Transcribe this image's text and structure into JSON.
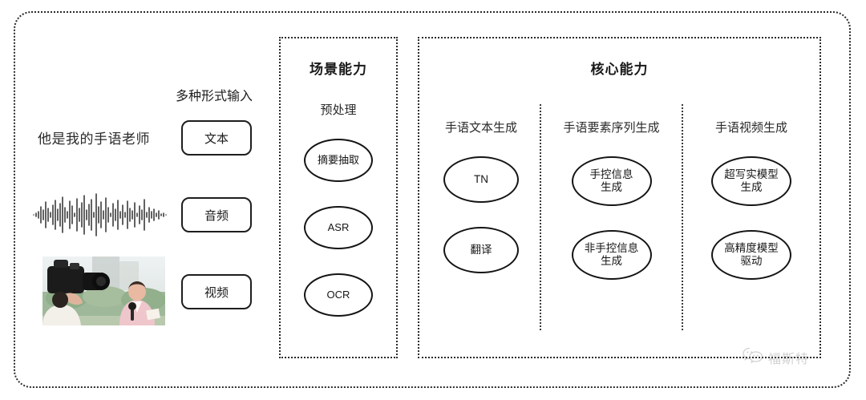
{
  "input_section": {
    "title": "多种形式输入",
    "sentence": "他是我的手语老师",
    "modalities": [
      {
        "label": "文本",
        "icon": "text-sentence"
      },
      {
        "label": "音频",
        "icon": "audio-waveform"
      },
      {
        "label": "视频",
        "icon": "video-thumbnail"
      }
    ]
  },
  "scene_panel": {
    "title": "场景能力",
    "columns": [
      {
        "head": "预处理",
        "nodes": [
          "摘要抽取",
          "ASR",
          "OCR"
        ]
      }
    ]
  },
  "core_panel": {
    "title": "核心能力",
    "columns": [
      {
        "head": "手语文本生成",
        "nodes": [
          "TN",
          "翻译"
        ]
      },
      {
        "head": "手语要素序列生成",
        "nodes": [
          "手控信息\n生成",
          "非手控信息\n生成"
        ]
      },
      {
        "head": "手语视频生成",
        "nodes": [
          "超写实模型\n生成",
          "高精度模型\n驱动"
        ]
      }
    ]
  },
  "watermark": {
    "text": "福斯特",
    "icon": "wechat-icon"
  },
  "colors": {
    "line": "#2b2b2b",
    "node_stroke": "#141414",
    "text": "#1f1f1f",
    "watermark": "#8e8e8e",
    "background": "#ffffff"
  }
}
